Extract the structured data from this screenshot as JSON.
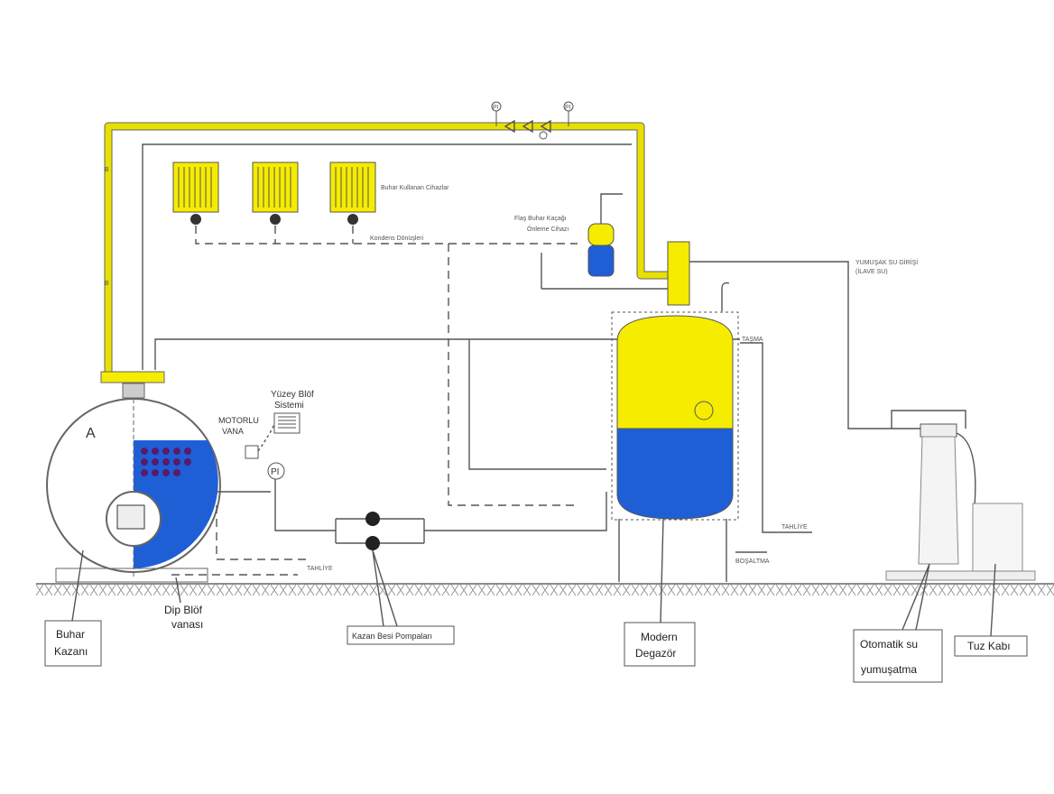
{
  "labels": {
    "steam_users": "Buhar Kullanan Cihazlar",
    "condensate_returns": "Kondens Dönüşleri",
    "flash_line1": "Flaş Buhar Kaçağı",
    "flash_line2": "Önleme Cihazı",
    "soft_water1": "YUMUŞAK SU GİRİŞİ",
    "soft_water2": "(İLAVE SU)",
    "overflow": "TAŞMA",
    "drain_deaerator": "TAHLİYE",
    "empty": "BOŞALTMA",
    "drain_boiler": "TAHLİYE",
    "surface_blowdown1": "Yüzey Blöf",
    "surface_blowdown2": "Sistemi",
    "motor_valve1": "MOTORLU",
    "motor_valve2": "VANA",
    "pi": "PI",
    "pi_top1": "PI",
    "pi_top2": "PI",
    "boiler_letter": "A",
    "pipe_b1": "B",
    "pipe_b2": "B"
  },
  "callouts": {
    "boiler1": "Buhar",
    "boiler2": "Kazanı",
    "bottom_blowdown1": "Dip Blöf",
    "bottom_blowdown2": "vanası",
    "pumps": "Kazan Besi Pompaları",
    "deaerator1": "Modern",
    "deaerator2": "Degazör",
    "softener1": "Otomatik su",
    "softener2": "yumuşatma",
    "salt": "Tuz Kabı"
  },
  "colors": {
    "steam": "#f5ec00",
    "water": "#1f5fd6",
    "pipe": "#555555"
  }
}
